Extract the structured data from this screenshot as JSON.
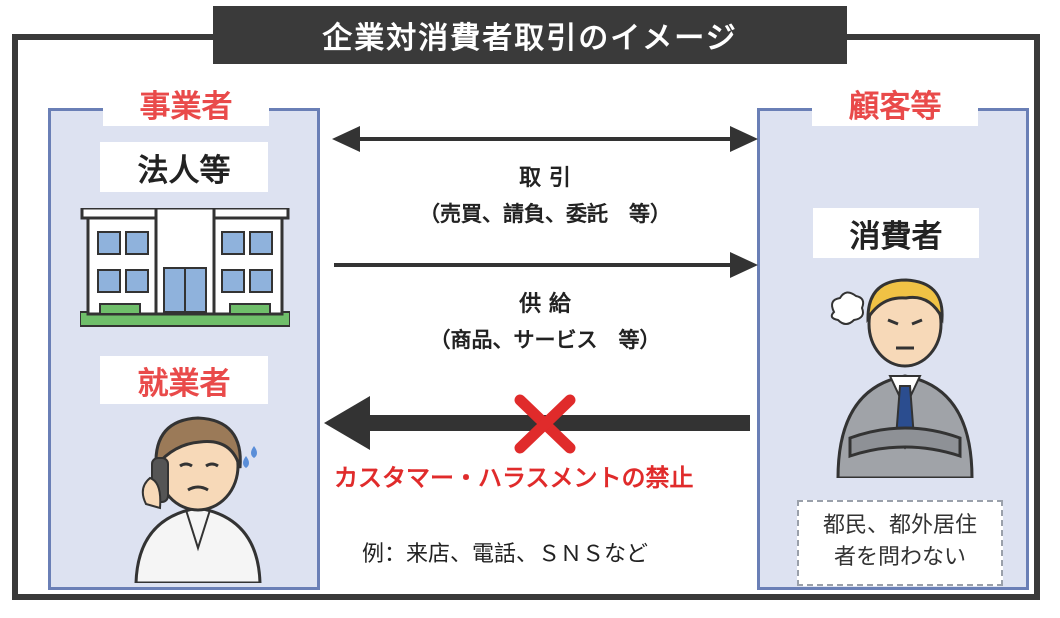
{
  "title": "企業対消費者取引のイメージ",
  "left": {
    "heading": "事業者",
    "corporate_label": "法人等",
    "employee_label": "就業者"
  },
  "right": {
    "heading": "顧客等",
    "consumer_label": "消費者",
    "note_line1": "都民、都外居住",
    "note_line2": "者を問わない"
  },
  "arrows": {
    "transaction_line1": "取 引",
    "transaction_line2": "（売買、請負、委託　等）",
    "supply_line1": "供 給",
    "supply_line2": "（商品、サービス　等）",
    "prohibition": "カスタマー・ハラスメントの禁止"
  },
  "example": "例：来店、電話、ＳＮＳなど",
  "colors": {
    "accent_red": "#e94a4a",
    "panel_bg": "#dde2f1",
    "panel_border": "#6a7fb6",
    "dark": "#3a3a3a"
  }
}
